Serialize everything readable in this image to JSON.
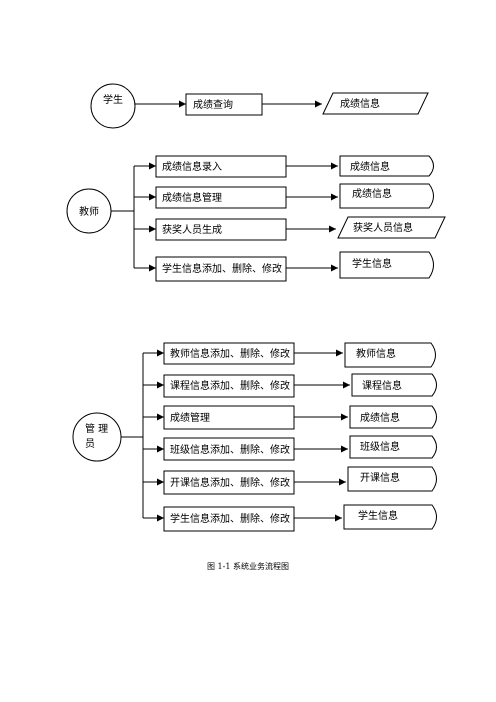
{
  "student": {
    "actor": "学生",
    "process": "成绩查询",
    "output": "成绩信息"
  },
  "teacher": {
    "actor": "教师",
    "rows": [
      {
        "process": "成绩信息录入",
        "output": "成绩信息"
      },
      {
        "process": "成绩信息管理",
        "output": "成绩信息"
      },
      {
        "process": "获奖人员生成",
        "output": "获奖人员信息"
      },
      {
        "process": "学生信息添加、删除、修改",
        "output": "学生信息"
      }
    ]
  },
  "admin": {
    "actor_line1": "管 理",
    "actor_line2": "员",
    "rows": [
      {
        "process": "教师信息添加、删除、修改",
        "output": "教师信息"
      },
      {
        "process": "课程信息添加、删除、修改",
        "output": "课程信息"
      },
      {
        "process": "成绩管理",
        "output": "成绩信息"
      },
      {
        "process": "班级信息添加、删除、修改",
        "output": "班级信息"
      },
      {
        "process": "开课信息添加、删除、修改",
        "output": "开课信息"
      },
      {
        "process": "学生信息添加、删除、修改",
        "output": "学生信息"
      }
    ]
  },
  "caption": "图 1-1 系统业务流程图"
}
